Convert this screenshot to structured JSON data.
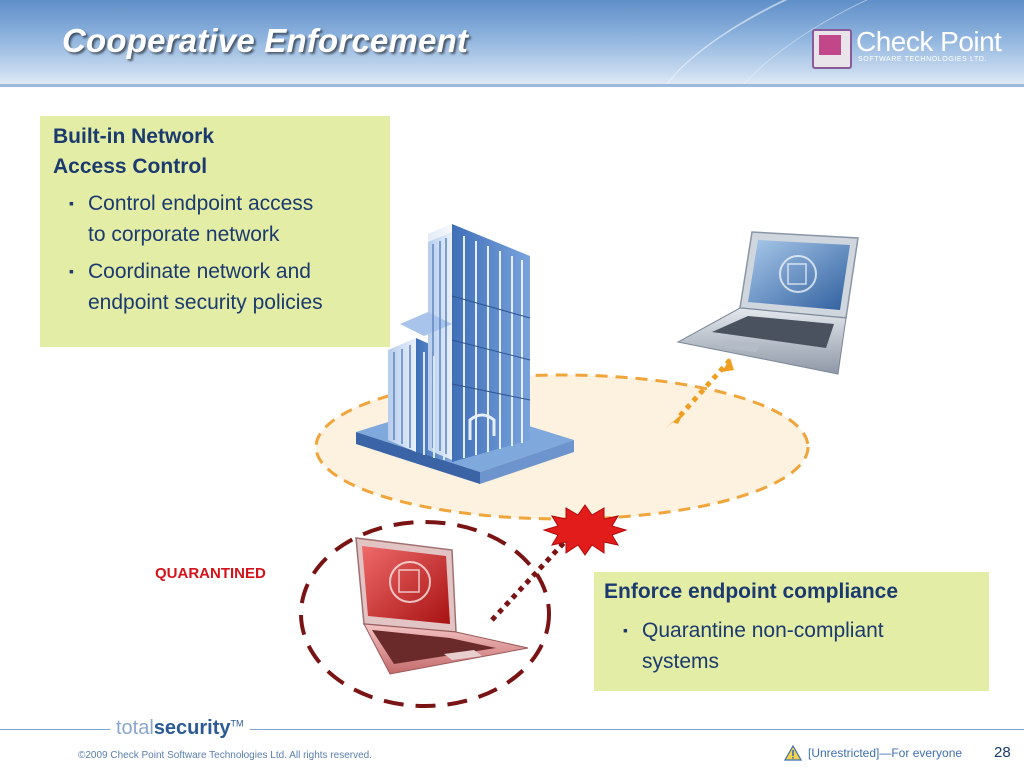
{
  "slide": {
    "title": "Cooperative Enforcement"
  },
  "brand": {
    "logo_name": "Check Point",
    "logo_subtitle": "SOFTWARE TECHNOLOGIES LTD.",
    "footer_brand_prefix": "total",
    "footer_brand_bold": "security",
    "footer_brand_tm": "TM"
  },
  "nac_box": {
    "heading_line1": "Built-in Network",
    "heading_line2": "Access Control",
    "bullet1_line1": "Control endpoint access",
    "bullet1_line2": "to corporate network",
    "bullet2_line1": "Coordinate network and",
    "bullet2_line2": "endpoint security policies"
  },
  "enforce_box": {
    "heading": "Enforce endpoint compliance",
    "bullet1_line1": "Quarantine non-compliant",
    "bullet1_line2": "systems"
  },
  "diagram": {
    "quarantined_label": "QUARANTINED"
  },
  "footer": {
    "copyright": "©2009 Check Point Software Technologies Ltd. All rights reserved.",
    "classification": "[Unrestricted]—For everyone",
    "page_number": "28"
  },
  "colors": {
    "text_box_bg": "#e3eda5",
    "heading_text": "#1b3a6f",
    "quarantine_red": "#d4121a",
    "zone_fill": "#fdf1df",
    "zone_border": "#f0a53a",
    "quarantine_ring": "#7a1414",
    "header_blue": "#5f8fc8"
  },
  "icons": {
    "building": "corporate-building-icon",
    "laptop_ok": "laptop-blue-icon",
    "laptop_quarantined": "laptop-red-icon",
    "alert": "alert-burst-icon",
    "warning": "warning-triangle-icon"
  }
}
